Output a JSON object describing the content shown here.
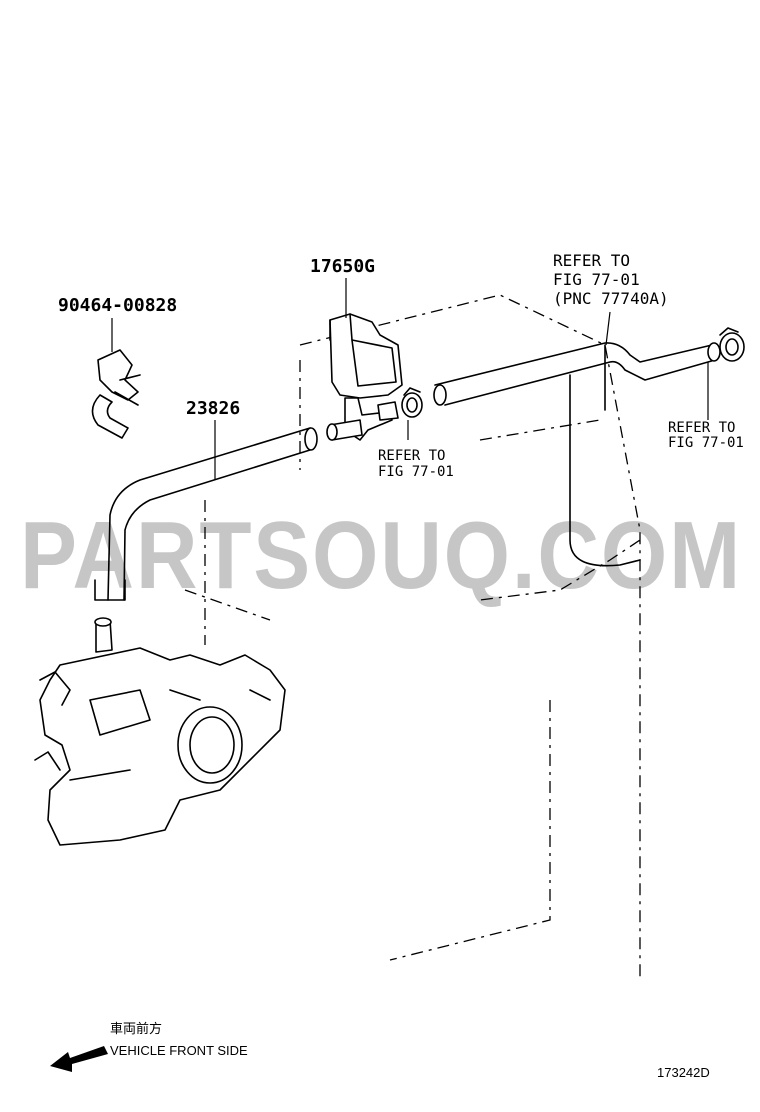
{
  "callouts": {
    "clamp_part": "90464-00828",
    "hose_part": "23826",
    "vsv_part": "17650G",
    "refer_pnc_line1": "REFER TO",
    "refer_pnc_line2": "FIG 77-01",
    "refer_pnc_line3": "(PNC 77740A)",
    "refer_mid_line1": "REFER TO",
    "refer_mid_line2": "FIG 77-01",
    "refer_right_line1": "REFER TO",
    "refer_right_line2": "FIG 77-01"
  },
  "watermark": "PARTSOUQ.COM",
  "footer": {
    "direction_jp": "車両前方",
    "direction_en": "VEHICLE FRONT SIDE",
    "diagram_code": "173242D"
  },
  "icons": {
    "direction_arrow": "arrow-left-icon"
  }
}
